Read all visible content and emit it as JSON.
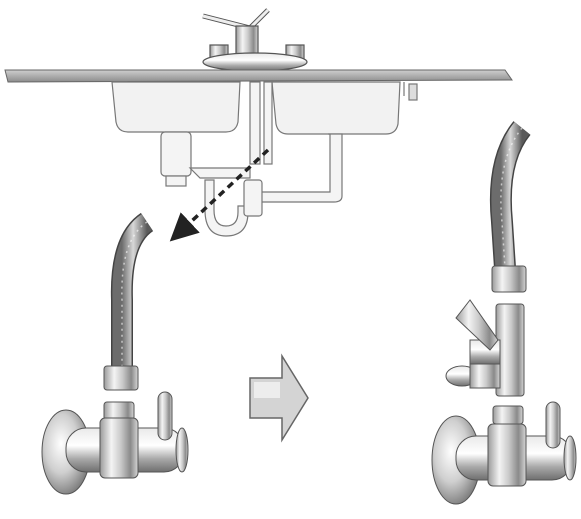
{
  "figure": {
    "panels": [
      {
        "id": "sink-overview",
        "description_visible_text": ""
      },
      {
        "id": "before-valve",
        "description_visible_text": ""
      },
      {
        "id": "after-valve",
        "description_visible_text": ""
      }
    ],
    "icons": {
      "faucet": "faucet-icon",
      "sink": "double-sink-icon",
      "zoom_arrow": "dashed-arrow-icon",
      "step_arrow": "right-arrow-icon"
    },
    "colors": {
      "line": "#555555",
      "metal_light": "#e8e8e8",
      "metal_mid": "#bdbdbd",
      "metal_dark": "#7a7a7a",
      "countertop": "#9a9a9a"
    }
  }
}
